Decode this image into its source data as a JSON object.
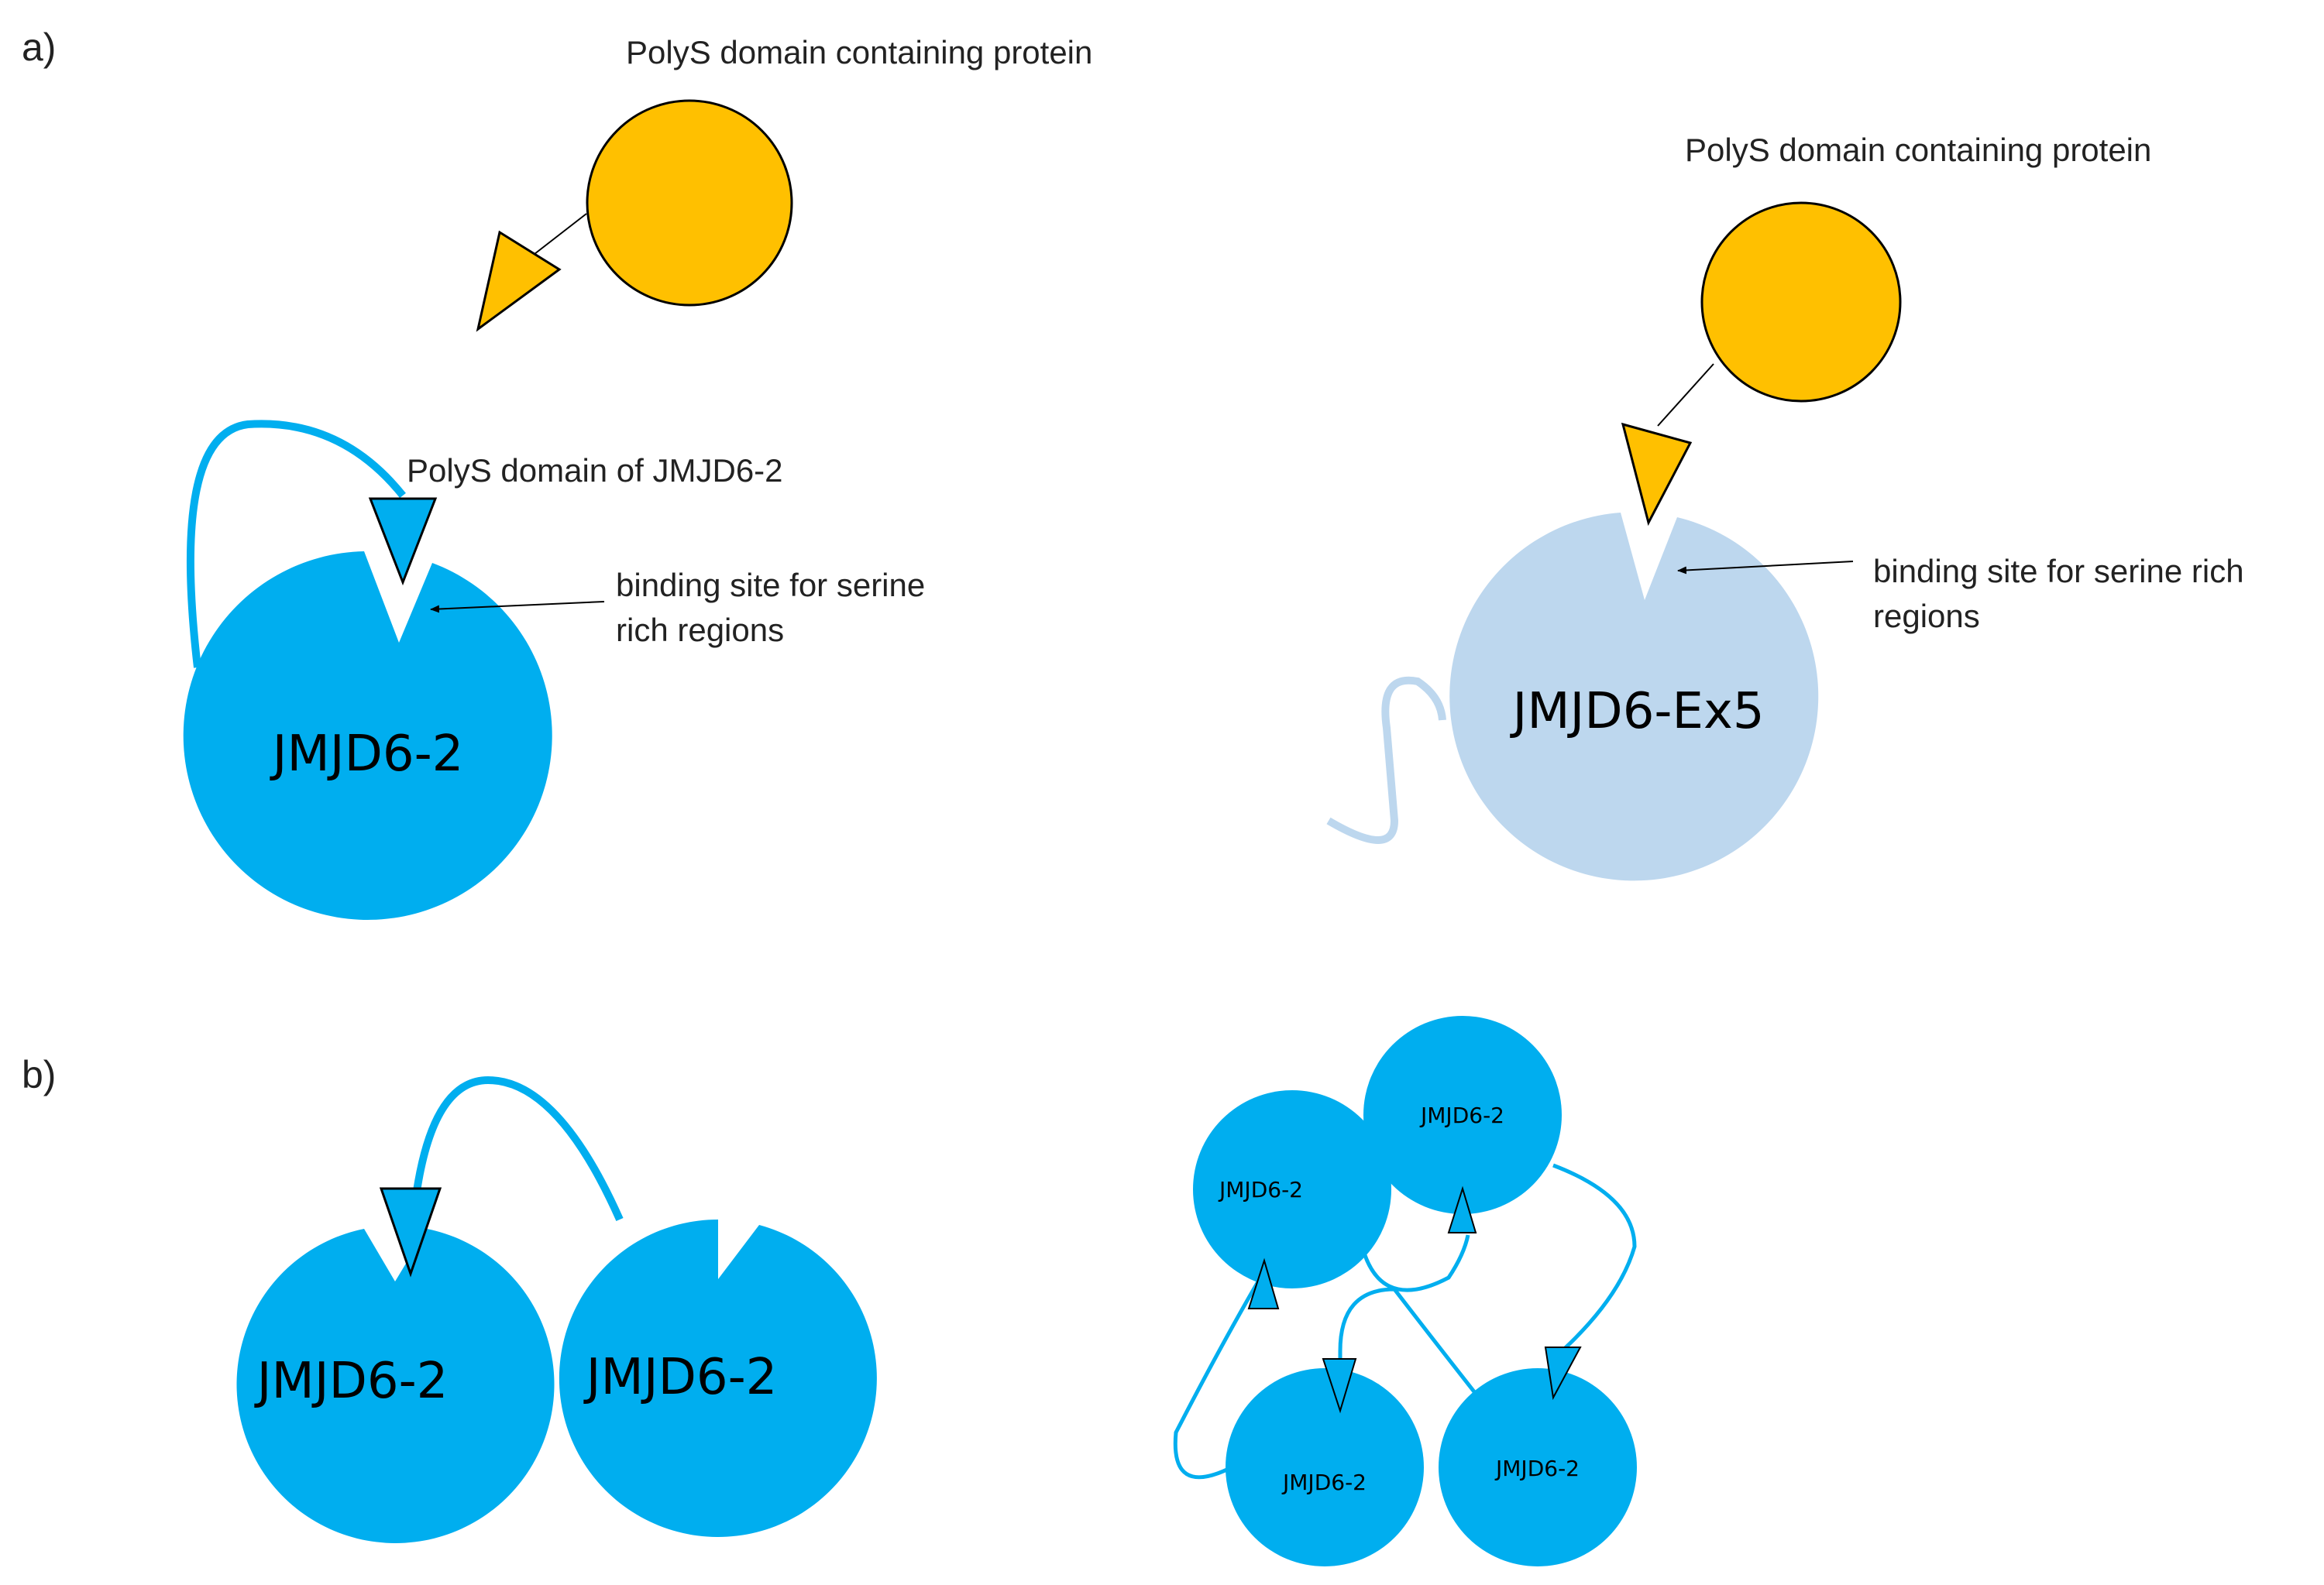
{
  "panels": {
    "a": "a)",
    "b": "b)"
  },
  "labels": {
    "polys_protein_left": "PolyS domain containing protein",
    "polys_protein_right": "PolyS domain containing protein",
    "polys_domain_jmjd6_2": "PolyS domain of JMJD6-2",
    "binding_site_left_line1": "binding site for serine",
    "binding_site_left_line2": "rich regions",
    "binding_site_right_line1": "binding site for serine rich",
    "binding_site_right_line2": "regions"
  },
  "proteins": {
    "a_left": "JMJD6-2",
    "a_right": "JMJD6-Ex5",
    "b_left_1": "JMJD6-2",
    "b_left_2": "JMJD6-2",
    "b_right_1": "JMJD6-2",
    "b_right_2": "JMJD6-2",
    "b_right_3": "JMJD6-2",
    "b_right_4": "JMJD6-2"
  },
  "colors": {
    "jmjd6_2": "#00AEEF",
    "jmjd6_ex5": "#BDD7EE",
    "polys_protein": "#FFC000",
    "outline": "#000000"
  }
}
